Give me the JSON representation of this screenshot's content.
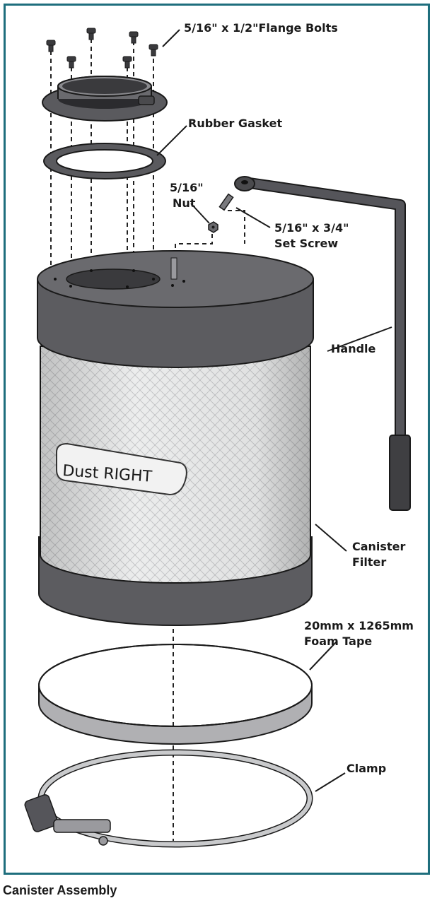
{
  "labels": {
    "flange_bolts": "5/16\" x 1/2\"Flange Bolts",
    "rubber_gasket": "Rubber Gasket",
    "nut_line1": "5/16\"",
    "nut_line2": "Nut",
    "set_screw_line1": "5/16\" x 3/4\"",
    "set_screw_line2": "Set Screw",
    "handle": "Handle",
    "canister_filter_line1": "Canister",
    "canister_filter_line2": "Filter",
    "foam_tape_line1": "20mm x 1265mm",
    "foam_tape_line2": "Foam Tape",
    "clamp": "Clamp"
  },
  "logo_text": "Dust RIGHT",
  "caption": "Canister Assembly",
  "colors": {
    "frame": "#1e6e7d",
    "part_dark": "#5a5a5e",
    "part_edge": "#2b2b2e",
    "filter_mesh": "#d9dadc"
  }
}
